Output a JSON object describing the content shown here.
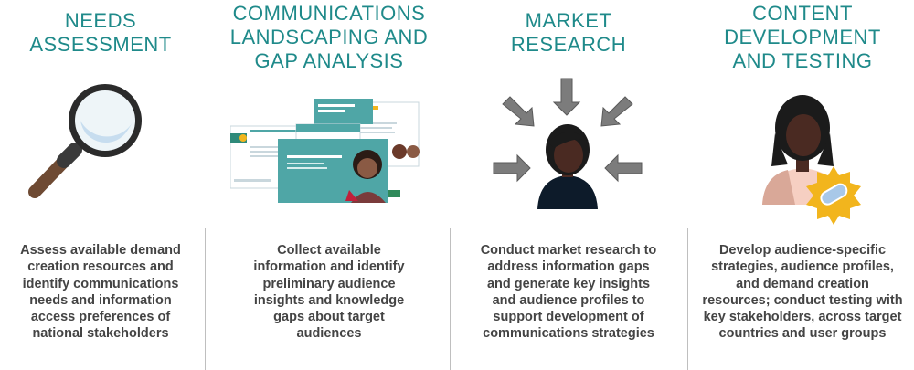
{
  "colors": {
    "title_teal": "#1f8a8a",
    "desc_text": "#444444",
    "divider": "#bfbfbf",
    "accent_yellow": "#f2b51d",
    "arrow_grey": "#7c7c7c",
    "skin": "#4a2a22",
    "navy": "#0d1b2a"
  },
  "steps": [
    {
      "title_lines": [
        "NEEDS",
        "ASSESSMENT"
      ],
      "icon": "magnifying-glass-icon",
      "desc_lines": [
        "Assess available demand",
        "creation resources and",
        "identify communications",
        "needs and information",
        "access preferences of",
        "national stakeholders"
      ]
    },
    {
      "title_lines": [
        "COMMUNICATIONS",
        "LANDSCAPING AND",
        "GAP ANALYSIS"
      ],
      "icon": "document-collage-icon",
      "desc_lines": [
        "Collect available",
        "information and identify",
        "preliminary audience",
        "insights and knowledge",
        "gaps about target",
        "audiences"
      ]
    },
    {
      "title_lines": [
        "MARKET",
        "RESEARCH"
      ],
      "icon": "person-with-arrows-icon",
      "desc_lines": [
        "Conduct market research to",
        "address information gaps",
        "and generate key insights",
        "and audience profiles to",
        "support development of",
        "communications strategies"
      ]
    },
    {
      "title_lines": [
        "CONTENT",
        "DEVELOPMENT",
        "AND TESTING"
      ],
      "icon": "person-with-badge-icon",
      "desc_lines": [
        "Develop audience-specific",
        "strategies, audience profiles,",
        "and demand creation",
        "resources; conduct testing with",
        "key stakeholders, across target",
        "countries and user groups"
      ]
    }
  ]
}
